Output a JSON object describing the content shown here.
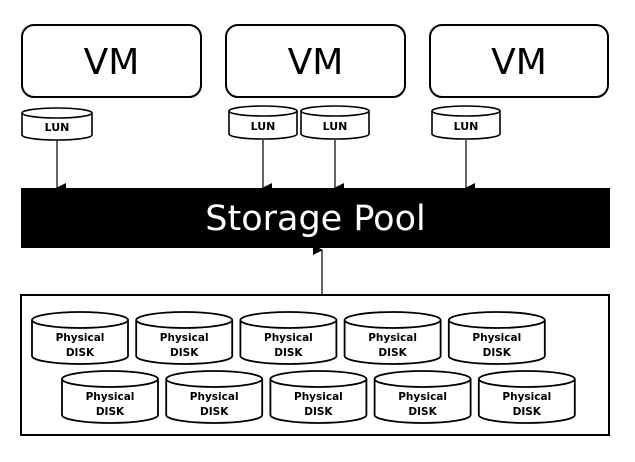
{
  "diagram": {
    "vms": [
      {
        "label": "VM",
        "luns": [
          "LUN"
        ]
      },
      {
        "label": "VM",
        "luns": [
          "LUN",
          "LUN"
        ]
      },
      {
        "label": "VM",
        "luns": [
          "LUN"
        ]
      }
    ],
    "storage_pool": {
      "label": "Storage Pool"
    },
    "physical_disks": {
      "rows": [
        [
          {
            "line1": "Physical",
            "line2": "DISK"
          },
          {
            "line1": "Physical",
            "line2": "DISK"
          },
          {
            "line1": "Physical",
            "line2": "DISK"
          },
          {
            "line1": "Physical",
            "line2": "DISK"
          },
          {
            "line1": "Physical",
            "line2": "DISK"
          }
        ],
        [
          {
            "line1": "Physical",
            "line2": "DISK"
          },
          {
            "line1": "Physical",
            "line2": "DISK"
          },
          {
            "line1": "Physical",
            "line2": "DISK"
          },
          {
            "line1": "Physical",
            "line2": "DISK"
          },
          {
            "line1": "Physical",
            "line2": "DISK"
          }
        ]
      ]
    },
    "colors": {
      "stroke": "#000000",
      "pool_fill": "#000000",
      "pool_text": "#ffffff",
      "background": "#ffffff"
    }
  }
}
